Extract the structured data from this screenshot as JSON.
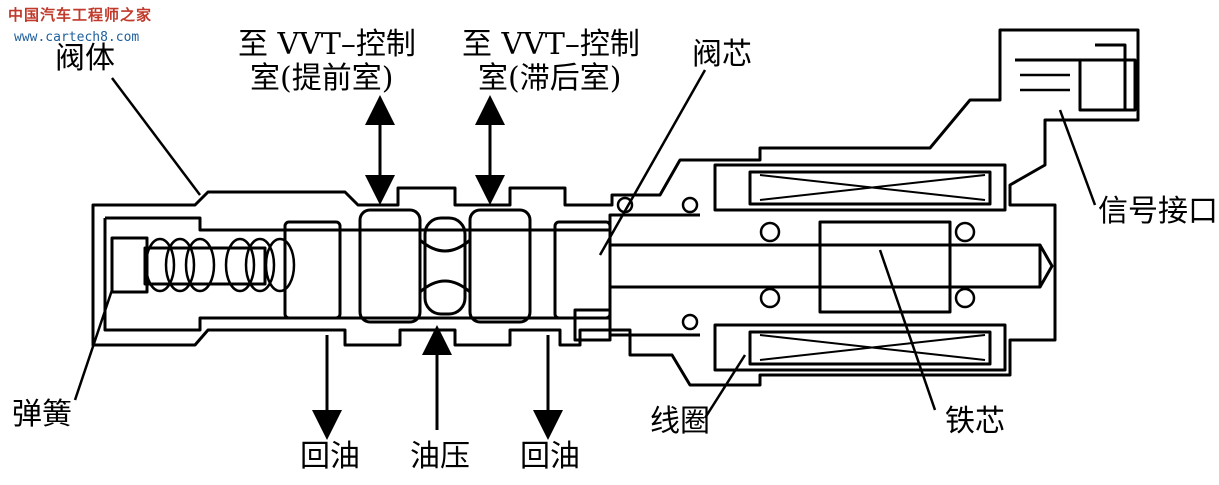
{
  "watermark": {
    "site_name": "中国汽车工程师之家",
    "url": "www.cartech8.com"
  },
  "labels": {
    "valve_body": "阀体",
    "to_advance_line1": "至 VVT–控制",
    "to_advance_line2": "室(提前室)",
    "to_retard_line1": "至 VVT–控制",
    "to_retard_line2": "室(滞后室)",
    "spool": "阀芯",
    "signal_port": "信号接口",
    "spring": "弹簧",
    "coil": "线圈",
    "iron_core": "铁芯",
    "return_oil_left": "回油",
    "oil_pressure": "油压",
    "return_oil_right": "回油"
  }
}
